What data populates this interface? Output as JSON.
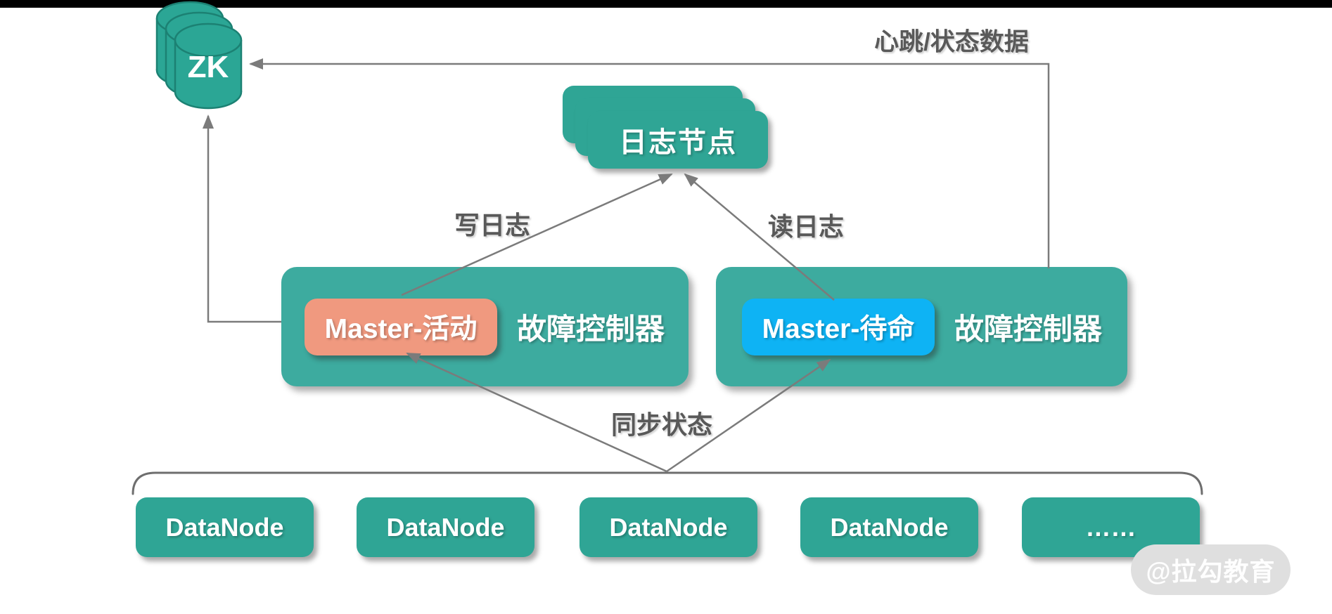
{
  "zk_node": {
    "label": "ZK"
  },
  "journal_node": {
    "label": "日志节点"
  },
  "controllers": {
    "active": {
      "badge": "Master-活动",
      "label": "故障控制器"
    },
    "standby": {
      "badge": "Master-待命",
      "label": "故障控制器"
    }
  },
  "edge_labels": {
    "heartbeat": "心跳/状态数据",
    "write_log": "写日志",
    "read_log": "读日志",
    "sync_state": "同步状态"
  },
  "datanodes": [
    "DataNode",
    "DataNode",
    "DataNode",
    "DataNode",
    "……"
  ],
  "watermark": {
    "label": "@拉勾教育"
  },
  "colors": {
    "controller_box_teal": "#3dab9f",
    "node_teal": "#2fa595",
    "cylinder_fill": "#2ba695",
    "cylinder_stroke": "#1c8173",
    "active_badge_salmon": "#f0997f",
    "standby_badge_blue": "#0eb3f4",
    "connector_gray": "#7b7b7b",
    "edge_label_gray": "#595959",
    "watermark_gray": "#dfdfdf"
  }
}
